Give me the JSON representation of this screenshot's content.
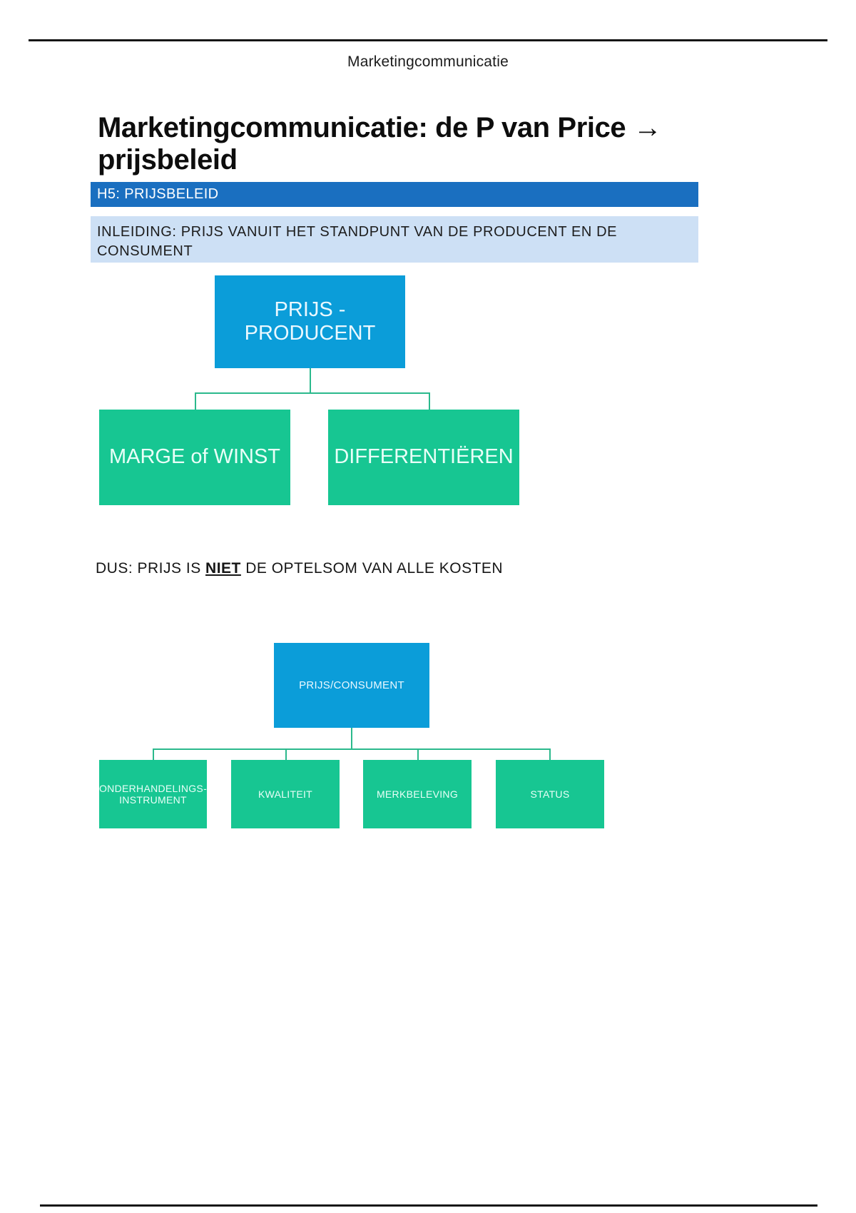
{
  "header": {
    "running_head": "Marketingcommunicatie"
  },
  "document": {
    "title": "Marketingcommunicatie: de P van Price → prijsbeleid",
    "chapter_banner": "H5: PRIJSBELEID",
    "intro_callout": "INLEIDING: PRIJS VANUIT HET STANDPUNT VAN DE PRODUCENT EN DE CONSUMENT",
    "conclusion": {
      "before": "DUS: PRIJS IS ",
      "emphasis": "NIET",
      "after": " DE OPTELSOM VAN ALLE KOSTEN"
    }
  },
  "diagrams": [
    {
      "name": "prijs-producent",
      "root": "PRIJS - PRODUCENT",
      "children": [
        "MARGE of WINST",
        "DIFFERENTIËREN"
      ]
    },
    {
      "name": "prijs-consument",
      "root": "PRIJS/CONSUMENT",
      "children": [
        "ONDERHANDELINGS-INSTRUMENT",
        "KWALITEIT",
        "MERKBELEVING",
        "STATUS"
      ]
    }
  ],
  "colors": {
    "banner_blue": "#1a6fc0",
    "callout_blue": "#cde0f5",
    "node_blue": "#0b9dd9",
    "node_green": "#17c692",
    "connector_green": "#2bb98c",
    "rule_black": "#151515"
  }
}
